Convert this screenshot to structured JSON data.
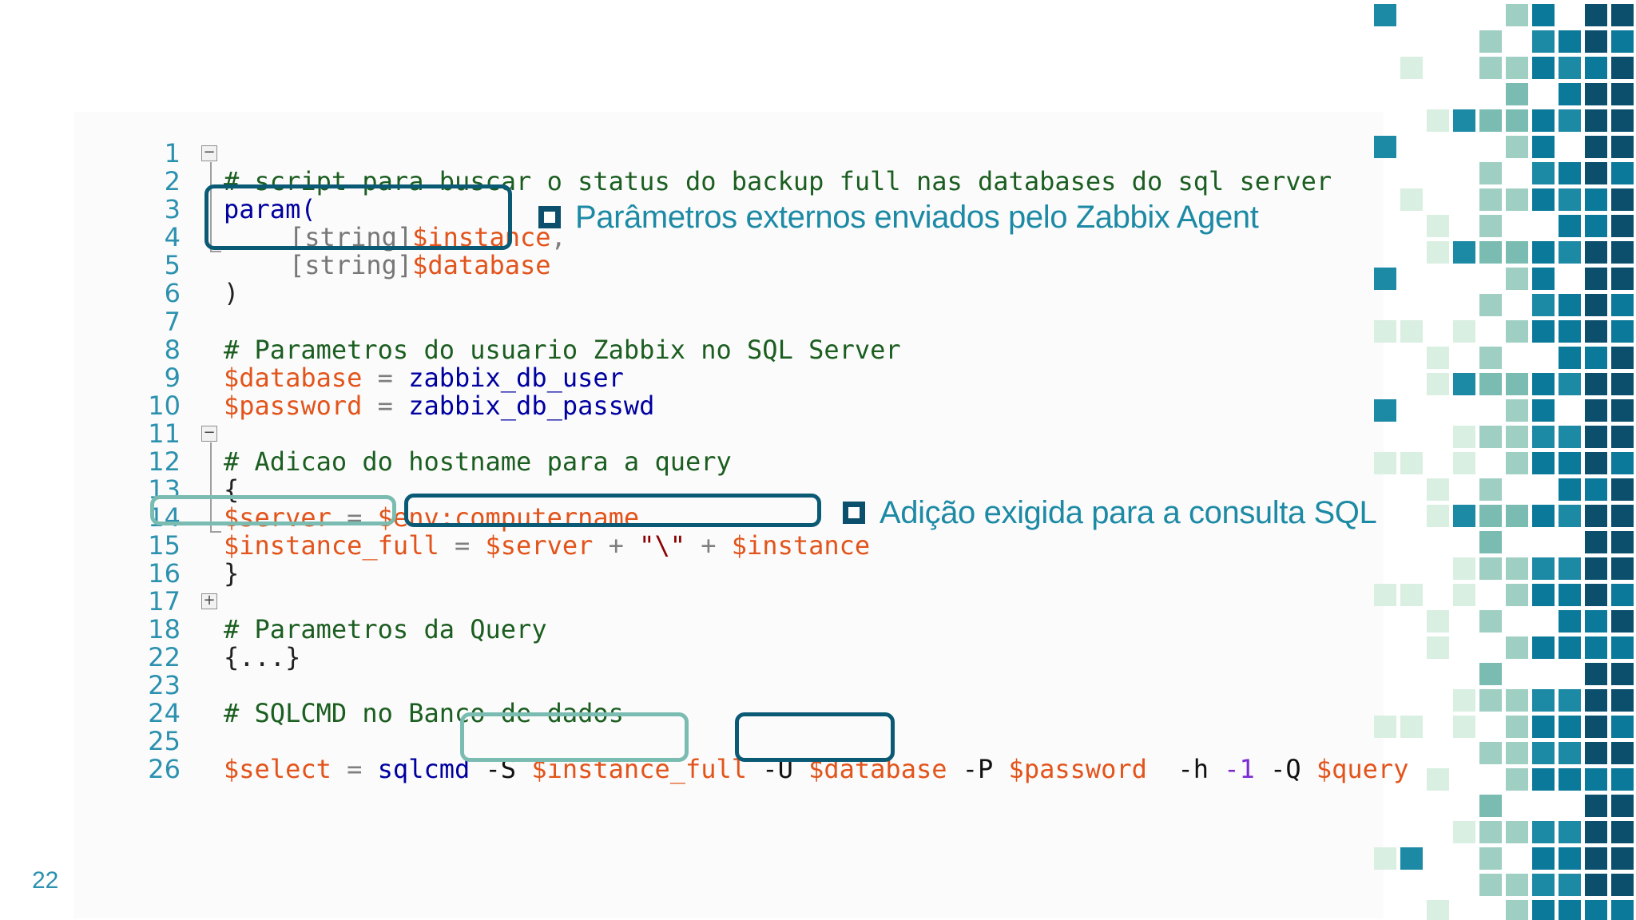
{
  "slide_number": "22",
  "colors": {
    "accent": "#1d8aa5",
    "dark_box": "#0b5a75",
    "light_box": "#7bbcb2",
    "line_numbers": "#2b91af",
    "variable": "#e2541b",
    "keyword": "#0000a0",
    "comment": "#1b5e20",
    "mosaic_palette": [
      "#d9efe2",
      "#9fcfc3",
      "#7bbcb2",
      "#1d8aa5",
      "#0b7a9a",
      "#0b4f6c"
    ]
  },
  "annotations": {
    "parameters": "Parâmetros externos enviados pelo Zabbix Agent",
    "instance_addition": "Adição exigida para a consulta SQL"
  },
  "code": {
    "line_numbers": [
      "1",
      "2",
      "3",
      "4",
      "5",
      "6",
      "7",
      "8",
      "9",
      "10",
      "11",
      "12",
      "13",
      "14",
      "15",
      "16",
      "17",
      "18",
      "22",
      "23",
      "24",
      "25",
      "26"
    ],
    "line1_comment": "# script para buscar o status do backup full nas databases do sql server",
    "line2_param": "param(",
    "line3_type": "[string]",
    "line3_var": "$instance",
    "line3_comma": ",",
    "line4_type": "[string]",
    "line4_var": "$database",
    "line5_close": ")",
    "line7_comment": "# Parametros do usuario Zabbix no SQL Server",
    "line8_var": "$database",
    "line8_eq": " = ",
    "line8_val": "zabbix_db_user",
    "line9_var": "$password",
    "line9_eq": " = ",
    "line9_val": "zabbix_db_passwd",
    "line11_comment": "# Adicao do hostname para a query",
    "line12_open": "{",
    "line13_var": "$server",
    "line13_eq": " = ",
    "line13_env": "$env:computername",
    "line14_var": "$instance_full",
    "line14_eq": " = ",
    "line14_server": "$server",
    "line14_plus1": " + ",
    "line14_str": "\"\\\"",
    "line14_plus2": " + ",
    "line14_instance": "$instance",
    "line15_close": "}",
    "line17_comment": "# Parametros da Query",
    "line18_block": "{...}",
    "line23_comment": "# SQLCMD no Banco de dados",
    "line25_var": "$select",
    "line25_eq": " = ",
    "line25_cmd": "sqlcmd",
    "line25_s": " -S ",
    "line25_instance": "$instance_full",
    "line25_u": " -U ",
    "line25_database": "$database",
    "line25_p": " -P ",
    "line25_password": "$password",
    "line25_h": "  -h ",
    "line25_one": "-1",
    "line25_q": " -Q ",
    "line25_query": "$query"
  }
}
